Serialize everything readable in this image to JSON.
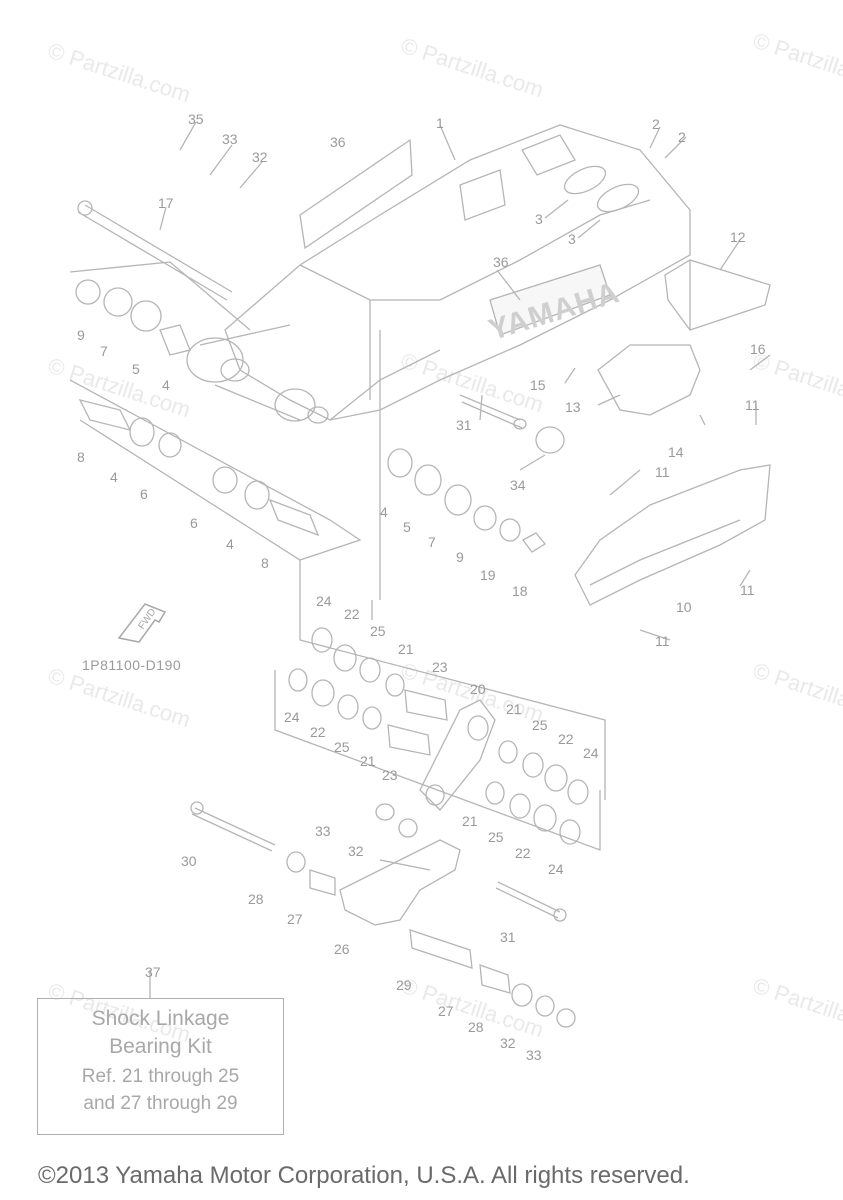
{
  "watermark": "© Partzilla.com",
  "diagram_code": "1P81100-D190",
  "fwd_label": "FWD",
  "brand_logo": "YAMAHA",
  "kit": {
    "ref_number": "37",
    "title_line1": "Shock Linkage",
    "title_line2": "Bearing Kit",
    "ref_line1": "Ref. 21 through 25",
    "ref_line2": "and 27 through 29"
  },
  "copyright": "©2013 Yamaha Motor Corporation, U.S.A. All rights reserved.",
  "callouts": [
    "35",
    "33",
    "32",
    "36",
    "1",
    "2",
    "2",
    "3",
    "3",
    "17",
    "12",
    "36",
    "9",
    "7",
    "5",
    "4",
    "16",
    "15",
    "13",
    "11",
    "8",
    "4",
    "6",
    "31",
    "14",
    "34",
    "11",
    "6",
    "4",
    "8",
    "4",
    "5",
    "7",
    "9",
    "19",
    "18",
    "10",
    "11",
    "11",
    "24",
    "22",
    "25",
    "21",
    "23",
    "20",
    "24",
    "22",
    "25",
    "21",
    "23",
    "21",
    "25",
    "22",
    "24",
    "33",
    "32",
    "30",
    "21",
    "25",
    "22",
    "24",
    "28",
    "27",
    "31",
    "26",
    "29",
    "27",
    "28",
    "32",
    "33"
  ]
}
